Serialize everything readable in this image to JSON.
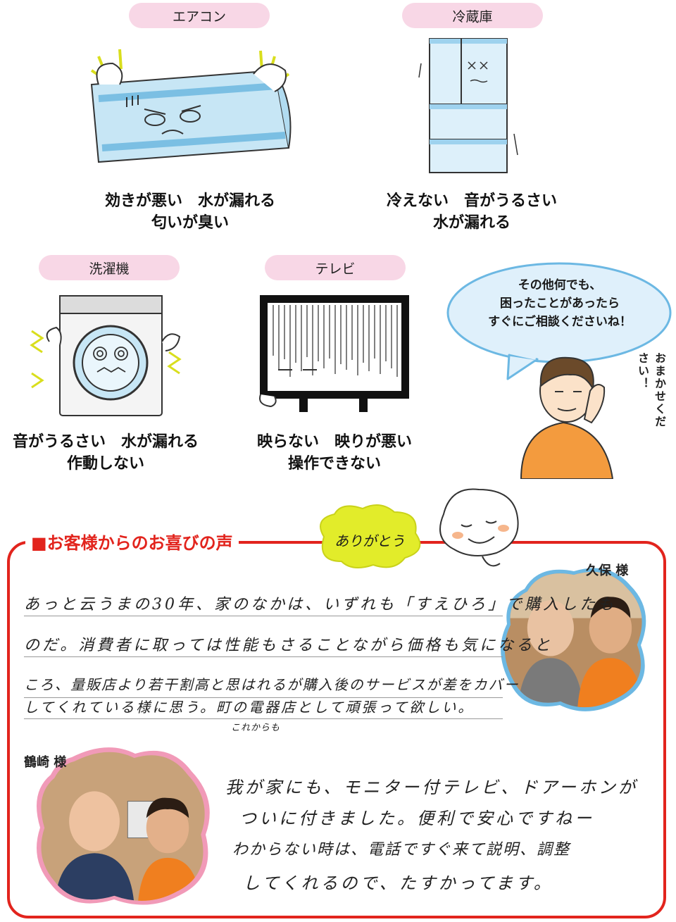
{
  "appliances": {
    "aircon": {
      "label": "エアコン",
      "problems": [
        "効きが悪い　水が漏れる",
        "匂いが臭い"
      ]
    },
    "fridge": {
      "label": "冷蔵庫",
      "problems": [
        "冷えない　音がうるさい",
        "水が漏れる"
      ]
    },
    "washer": {
      "label": "洗濯機",
      "problems": [
        "音がうるさい　水が漏れる",
        "作動しない"
      ]
    },
    "tv": {
      "label": "テレビ",
      "problems": [
        "映らない　映りが悪い",
        "操作できない"
      ]
    }
  },
  "speech": {
    "lines": [
      "その他何でも、",
      "困ったことがあったら",
      "すぐにご相談くださいね！"
    ],
    "omakase": "おまかせください！"
  },
  "voices": {
    "title": "■お客様からのお喜びの声",
    "thanks": "ありがとう",
    "kubo": {
      "name": "久保 様",
      "lines": [
        "あっと云うまの30年、家のなかは、いずれも「すえひろ」で購入したも",
        "のだ。消費者に取っては性能もさることながら価格も気になると",
        "ころ、量販店より若干割高と思はれるが購入後のサービスが差をカバー",
        "してくれている様に思う。町の電器店として頑張って欲しい。"
      ],
      "insert": "これからも"
    },
    "tsurusaki": {
      "name": "鶴崎 様",
      "lines": [
        "我が家にも、モニター付テレビ、ドアーホンが",
        "ついに付きました。便利で安心ですねー",
        "わからない時は、電話ですぐ来て説明、調整",
        "してくれるので、たすかってます。"
      ]
    }
  },
  "colors": {
    "pink": "#f8d7e6",
    "red": "#e2241d",
    "bubble": "#dff0fb",
    "yellow": "#e2ec2a",
    "orange": "#f07f1f"
  }
}
